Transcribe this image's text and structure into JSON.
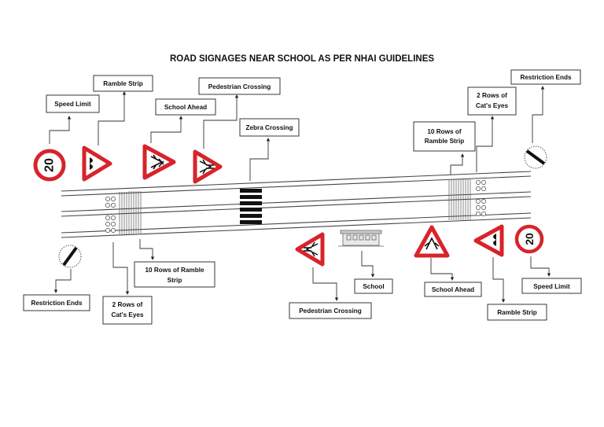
{
  "title": "ROAD SIGNAGES NEAR SCHOOL AS PER NHAI GUIDELINES",
  "labels": {
    "speed_limit_top": "Speed Limit",
    "ramble_strip_top": "Ramble Strip",
    "school_ahead_top": "School Ahead",
    "pedestrian_crossing_top": "Pedestrian Crossing",
    "zebra_crossing": "Zebra Crossing",
    "ramble_10_right": [
      "10 Rows of",
      "Ramble Strip"
    ],
    "cats_eyes_right": [
      "2 Rows of",
      "Cat's Eyes"
    ],
    "restriction_ends_top": "Restriction Ends",
    "restriction_ends_bottom": "Restriction Ends",
    "cats_eyes_left": [
      "2 Rows of",
      "Cat's Eyes"
    ],
    "ramble_10_left": [
      "10 Rows of Ramble",
      "Strip"
    ],
    "pedestrian_crossing_bottom": "Pedestrian Crossing",
    "school": "School",
    "school_ahead_bottom": "School Ahead",
    "ramble_strip_bottom": "Ramble Strip",
    "speed_limit_bottom": "Speed Limit"
  },
  "signs": {
    "speed_limit_value": "20"
  },
  "colors": {
    "sign_red": "#d8232a",
    "ink": "#111111"
  },
  "icons": [
    "speed-limit-sign",
    "hump-warning-sign",
    "children-warning-sign",
    "pedestrian-warning-sign",
    "restriction-ends-sign",
    "school-building-icon",
    "zebra-crossing",
    "rumble-strip",
    "cats-eyes",
    "arrow"
  ]
}
